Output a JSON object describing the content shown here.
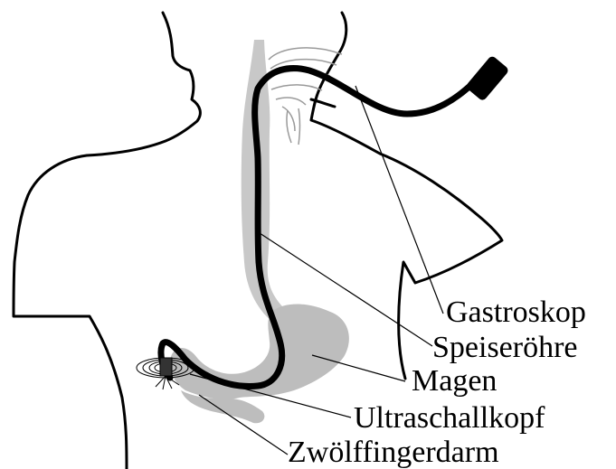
{
  "labels": {
    "gastroskop": "Gastroskop",
    "speiseroehre": "Speiseröhre",
    "magen": "Magen",
    "ultraschallkopf": "Ultraschallkopf",
    "zwoelffingerdarm": "Zwölffingerdarm"
  },
  "colors": {
    "outline": "#000000",
    "organ_fill": "#bdbdbd",
    "esophagus_fill": "#c8c8c8",
    "background": "#ffffff",
    "mouth_detail": "#9a9a9a"
  }
}
